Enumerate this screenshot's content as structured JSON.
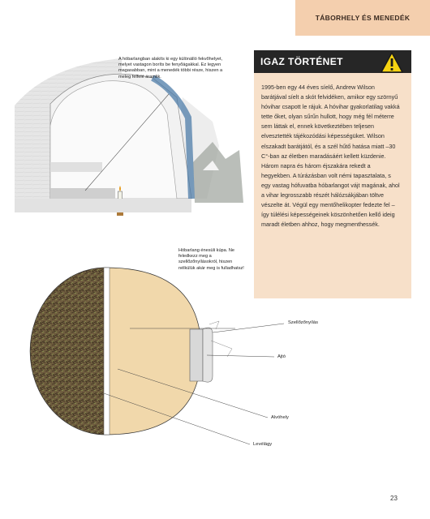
{
  "header": {
    "section_title": "TÁBORHELY ÉS MENEDÉK"
  },
  "sidebar": {
    "title": "IGAZ TÖRTÉNET",
    "warning_icon": "warning-triangle-icon",
    "body": "1995-ben egy 44 éves síelő, Andrew Wilson barátjával síelt a skót felvidéken, amikor egy szörnyű hóvihar csapott le rájuk. A hóvihar gyakorlatilag vakká tette őket, olyan sűrűn hullott, hogy még fél méterre sem láttak el, ennek következtében teljesen elvesztették tájékozódási képességüket. Wilson elszakadt barátjától, és a szél hűtő hatása miatt –30 C°-ban az életben maradásáért kellett küzdenie. Három napra és három éjszakára rekedt a hegyekben. A túrázásban volt némi tapasztalata, s egy vastag hófuvatba hóbarlangot vájt magának, ahol a vihar legrosszabb részét hálózsákjában töltve vészelte át. Végül egy mentőhelikopter fedezte fel – így túlélési képességeinek köszönhetően kellő ideig maradt életben ahhoz, hogy megmenthessék."
  },
  "captions": {
    "snow_cave": "A hóbarlangban alakíts ki egy különálló fekvőhelyet, melyet vastagon boríts be fenyőágakkal. Ez legyen magasabban, mint a menedék többi része, hiszen a meleg felfelé áramlik.",
    "igloo": "Hóbarlang énesüli kúpa. Ne feledkezz meg a szellőzőnyílásokról, hiszen nélkülük akár meg is fulladhatsz!"
  },
  "labels": {
    "vent": "Szellőzőnyílás",
    "door": "Ajtó",
    "bed": "Alvóhely",
    "leaves": "Levélágy"
  },
  "page_number": "23",
  "colors": {
    "header_tab": "#f4cfae",
    "sidebar_bg": "#f7e0c9",
    "sidebar_title_bg": "#262626",
    "warning_yellow": "#f5d312",
    "snow_shadow": "#dcdcdc",
    "leaf_brown": "#6b5a3c",
    "sand": "#f1d8ab"
  }
}
